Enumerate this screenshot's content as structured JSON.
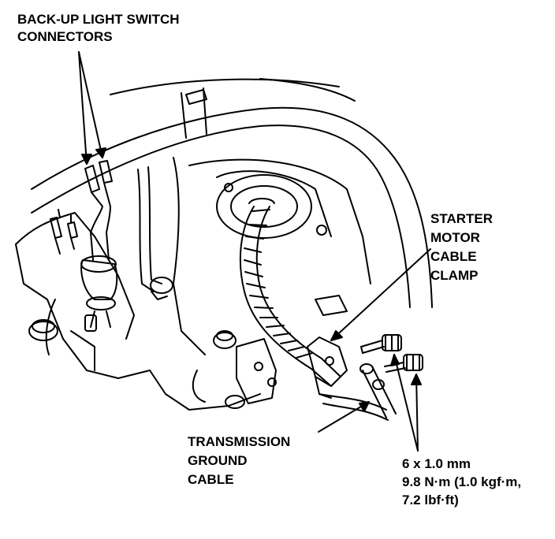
{
  "callouts": {
    "backup_switch": {
      "line1": "BACK-UP LIGHT SWITCH",
      "line2": "CONNECTORS"
    },
    "starter_clamp": {
      "line1": "STARTER",
      "line2": "MOTOR",
      "line3": "CABLE",
      "line4": "CLAMP"
    },
    "ground_cable": {
      "line1": "TRANSMISSION",
      "line2": "GROUND",
      "line3": "CABLE"
    },
    "bolt_spec": {
      "line1": "6 x 1.0 mm",
      "line2": "9.8 N·m (1.0 kgf·m,",
      "line3": "7.2 lbf·ft)"
    }
  },
  "colors": {
    "ink": "#000000",
    "paper": "#ffffff"
  }
}
